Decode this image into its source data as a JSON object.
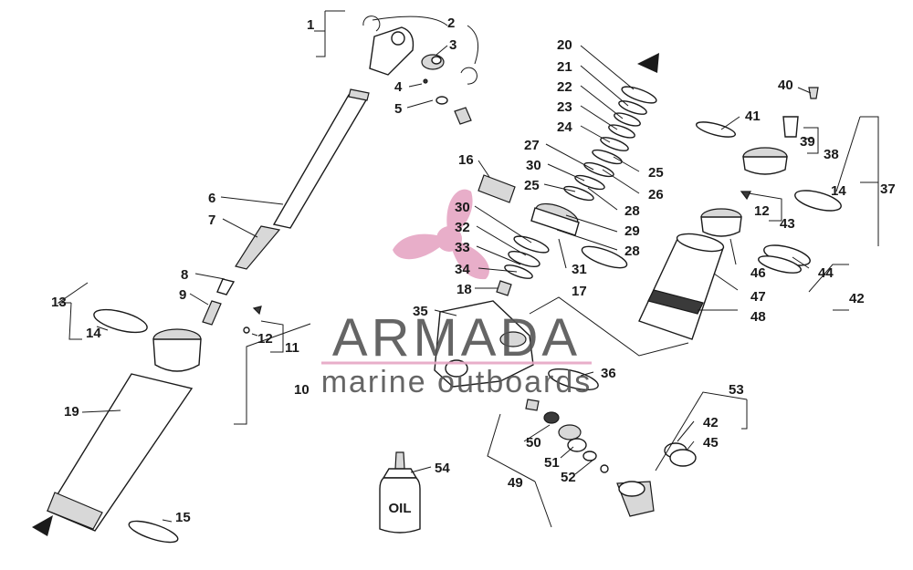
{
  "callouts": [
    {
      "id": "c1",
      "text": "1"
    },
    {
      "id": "c2",
      "text": "2"
    },
    {
      "id": "c3",
      "text": "3"
    },
    {
      "id": "c4",
      "text": "4"
    },
    {
      "id": "c5",
      "text": "5"
    },
    {
      "id": "c6",
      "text": "6"
    },
    {
      "id": "c7",
      "text": "7"
    },
    {
      "id": "c8",
      "text": "8"
    },
    {
      "id": "c9",
      "text": "9"
    },
    {
      "id": "c10",
      "text": "10"
    },
    {
      "id": "c11",
      "text": "11"
    },
    {
      "id": "c12a",
      "text": "12"
    },
    {
      "id": "c12b",
      "text": "12"
    },
    {
      "id": "c13",
      "text": "13"
    },
    {
      "id": "c14a",
      "text": "14"
    },
    {
      "id": "c14b",
      "text": "14"
    },
    {
      "id": "c15",
      "text": "15"
    },
    {
      "id": "c16",
      "text": "16"
    },
    {
      "id": "c17",
      "text": "17"
    },
    {
      "id": "c18",
      "text": "18"
    },
    {
      "id": "c19",
      "text": "19"
    },
    {
      "id": "c20",
      "text": "20"
    },
    {
      "id": "c21",
      "text": "21"
    },
    {
      "id": "c22",
      "text": "22"
    },
    {
      "id": "c23",
      "text": "23"
    },
    {
      "id": "c24",
      "text": "24"
    },
    {
      "id": "c25a",
      "text": "25"
    },
    {
      "id": "c25b",
      "text": "25"
    },
    {
      "id": "c26",
      "text": "26"
    },
    {
      "id": "c27",
      "text": "27"
    },
    {
      "id": "c28a",
      "text": "28"
    },
    {
      "id": "c28b",
      "text": "28"
    },
    {
      "id": "c29",
      "text": "29"
    },
    {
      "id": "c30a",
      "text": "30"
    },
    {
      "id": "c30b",
      "text": "30"
    },
    {
      "id": "c31",
      "text": "31"
    },
    {
      "id": "c32",
      "text": "32"
    },
    {
      "id": "c33",
      "text": "33"
    },
    {
      "id": "c34",
      "text": "34"
    },
    {
      "id": "c35",
      "text": "35"
    },
    {
      "id": "c36",
      "text": "36"
    },
    {
      "id": "c37",
      "text": "37"
    },
    {
      "id": "c38",
      "text": "38"
    },
    {
      "id": "c39",
      "text": "39"
    },
    {
      "id": "c40",
      "text": "40"
    },
    {
      "id": "c41",
      "text": "41"
    },
    {
      "id": "c42a",
      "text": "42"
    },
    {
      "id": "c42b",
      "text": "42"
    },
    {
      "id": "c43",
      "text": "43"
    },
    {
      "id": "c44",
      "text": "44"
    },
    {
      "id": "c45",
      "text": "45"
    },
    {
      "id": "c46",
      "text": "46"
    },
    {
      "id": "c47",
      "text": "47"
    },
    {
      "id": "c48",
      "text": "48"
    },
    {
      "id": "c49",
      "text": "49"
    },
    {
      "id": "c50",
      "text": "50"
    },
    {
      "id": "c51",
      "text": "51"
    },
    {
      "id": "c52",
      "text": "52"
    },
    {
      "id": "c53",
      "text": "53"
    },
    {
      "id": "c54",
      "text": "54"
    }
  ],
  "oil_bottle_label": "OIL",
  "watermark": {
    "brand": "ARMADA",
    "tagline": "marine outboards",
    "pink": "#e6a6c4",
    "grey": "#555555"
  }
}
